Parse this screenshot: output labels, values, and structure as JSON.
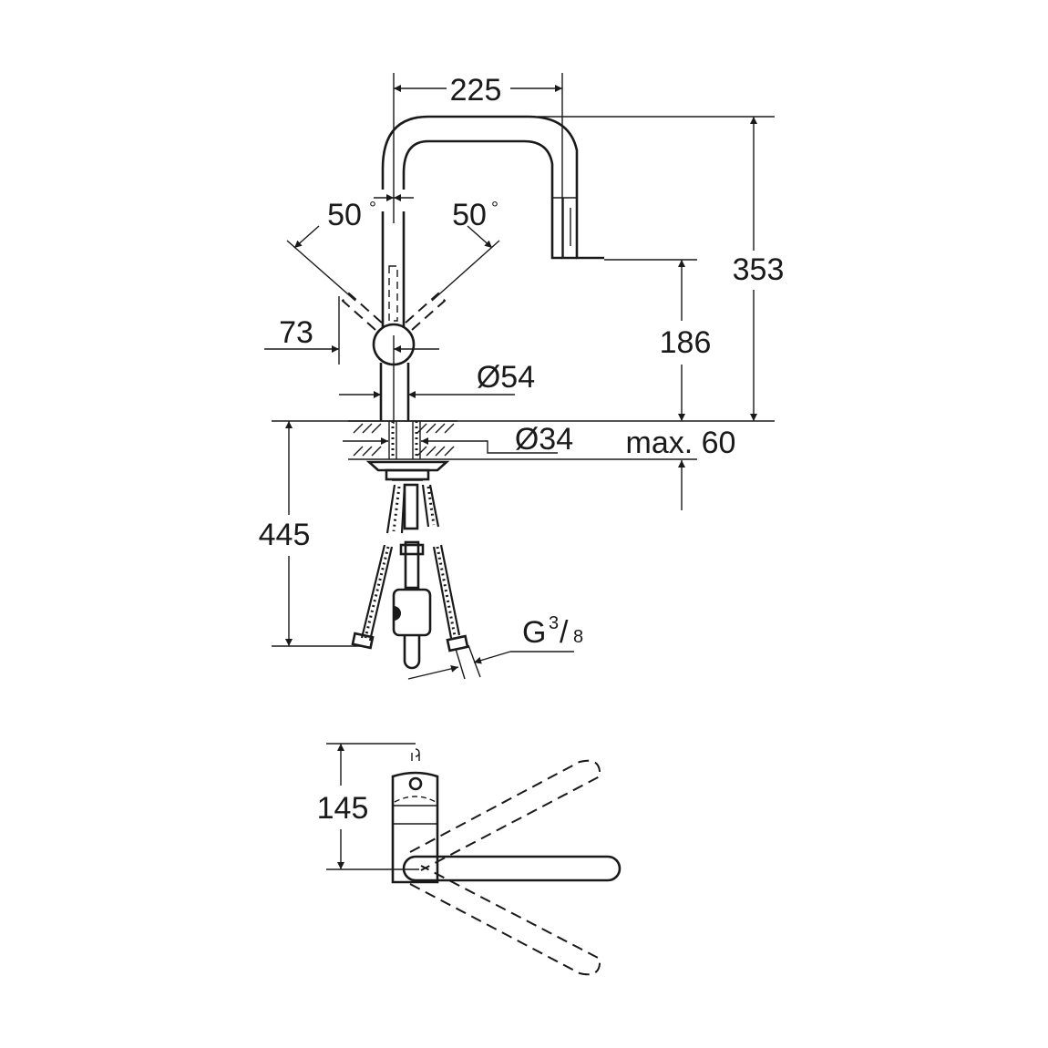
{
  "drawing": {
    "title": "Kitchen faucet dimension drawing",
    "views": [
      "side-view",
      "top-view"
    ],
    "units": "mm"
  },
  "dimensions": {
    "spout_reach": "225",
    "total_height": "353",
    "spout_outlet_height": "186",
    "lever_angle_left": "50",
    "lever_angle_right": "50",
    "degree_symbol": "°",
    "lever_clearance": "73",
    "body_diameter": "Ø54",
    "hole_diameter": "Ø34",
    "max_counter_thickness": "max. 60",
    "below_counter_length": "445",
    "connection_thread_letter": "G",
    "connection_thread_num": "3",
    "connection_thread_den": "8",
    "top_view_depth": "145"
  },
  "colors": {
    "line": "#1a1a1a",
    "background": "#ffffff"
  }
}
